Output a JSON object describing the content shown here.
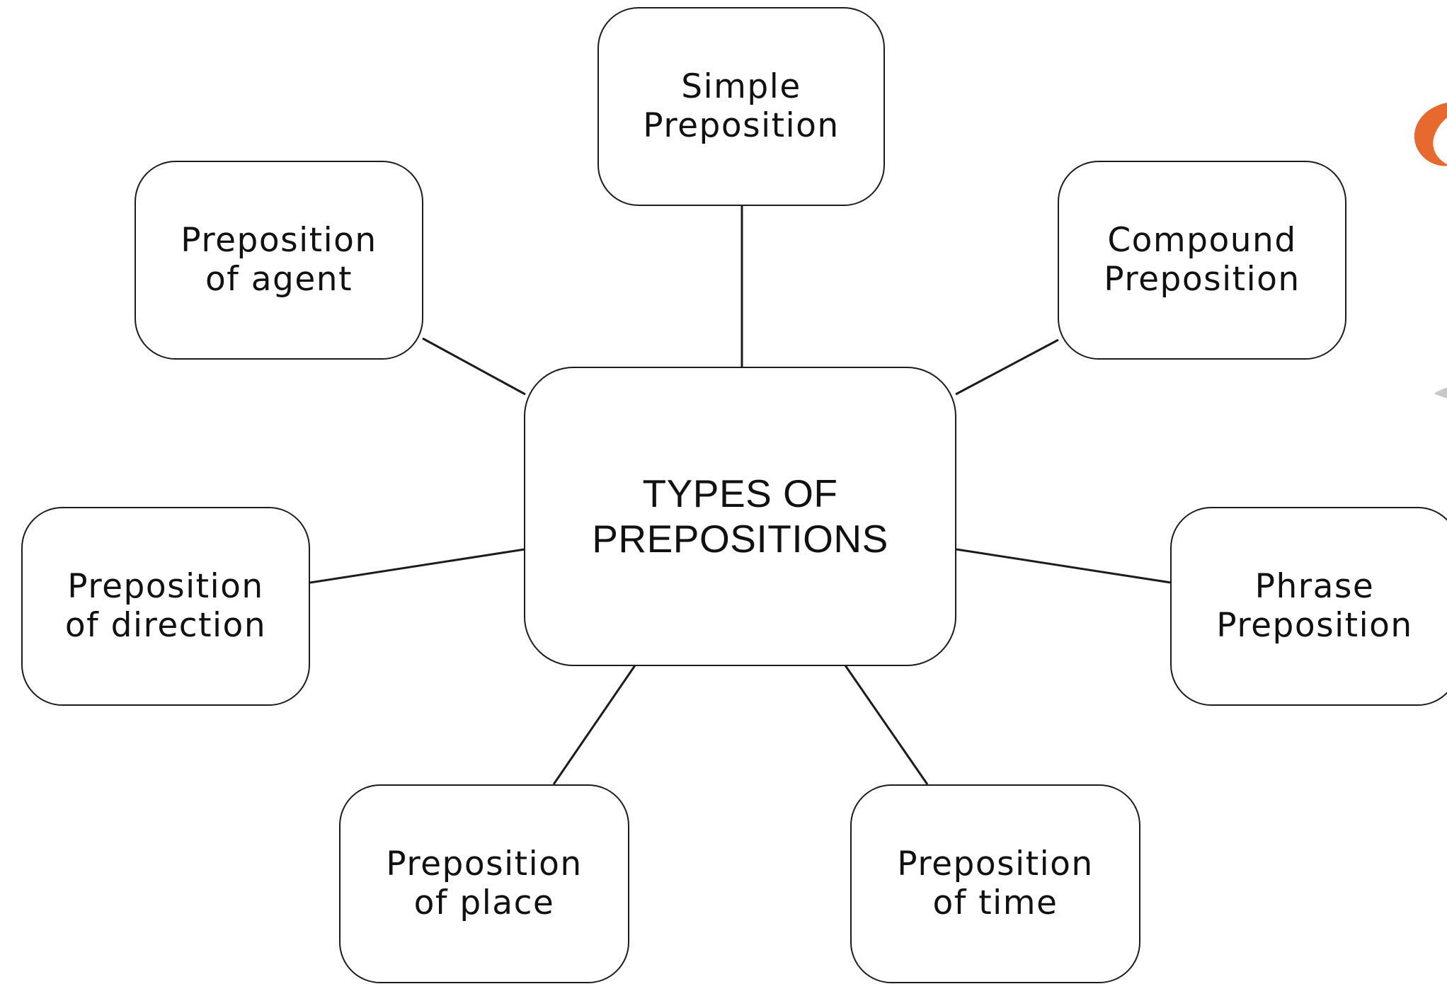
{
  "diagram": {
    "center": {
      "label": "TYPES OF\nPREPOSITIONS"
    },
    "branches": {
      "simple": {
        "label": "Simple\nPreposition"
      },
      "agent": {
        "label": "Preposition\nof agent"
      },
      "compound": {
        "label": "Compound\nPreposition"
      },
      "direction": {
        "label": "Preposition\nof direction"
      },
      "phrase": {
        "label": "Phrase\nPreposition"
      },
      "place": {
        "label": "Preposition\nof place"
      },
      "time": {
        "label": "Preposition\nof time"
      }
    }
  },
  "colors": {
    "background": "#ffffff",
    "stroke": "#1c1c1c",
    "text": "#111111",
    "accent_decoration": "#e8692d"
  }
}
